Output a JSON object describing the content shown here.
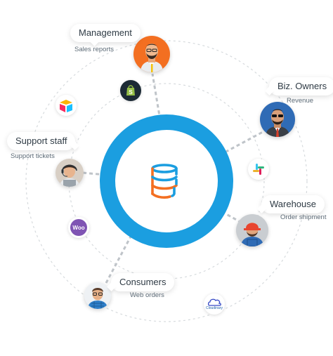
{
  "roles": [
    {
      "key": "management",
      "title": "Management",
      "subtitle": "Sales reports"
    },
    {
      "key": "biz_owners",
      "title": "Biz. Owners",
      "subtitle": "Revenue"
    },
    {
      "key": "support",
      "title": "Support staff",
      "subtitle": "Support tickets"
    },
    {
      "key": "warehouse",
      "title": "Warehouse",
      "subtitle": "Order shipment"
    },
    {
      "key": "consumers",
      "title": "Consumers",
      "subtitle": "Web orders"
    }
  ],
  "integrations": [
    {
      "name": "shopify-icon"
    },
    {
      "name": "airtable-icon"
    },
    {
      "name": "slack-icon"
    },
    {
      "name": "woocommerce-icon",
      "text": "Woo"
    },
    {
      "name": "cloudinary-icon",
      "text": "Cloudinary"
    }
  ],
  "center": {
    "icon": "database-icon"
  },
  "colors": {
    "ring": "#1b9ee0",
    "db_blue": "#1b9ee0",
    "db_orange": "#f36f21",
    "dashed": "#c8cdd2",
    "connector": "#b9bec3",
    "text": "#2f3b45",
    "subtext": "#5d6b77"
  }
}
